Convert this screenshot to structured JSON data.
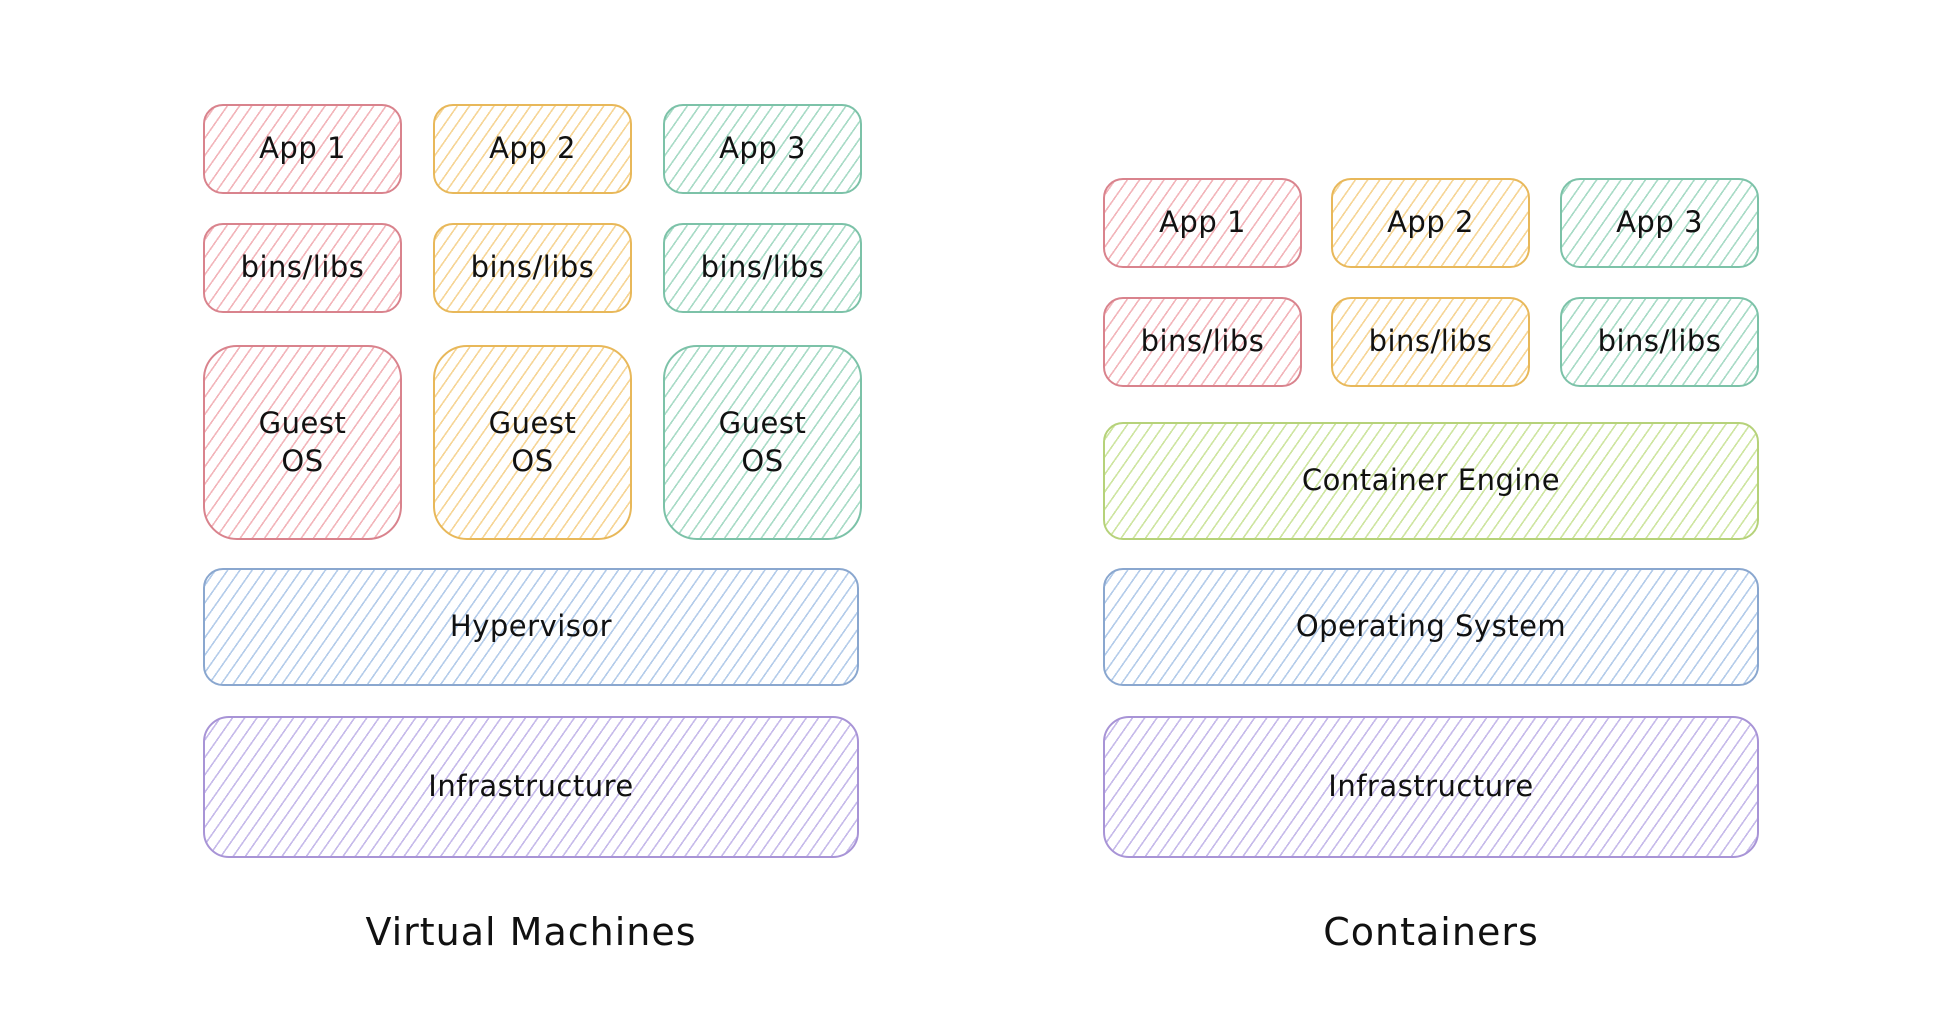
{
  "vm": {
    "apps": [
      "App 1",
      "App 2",
      "App 3"
    ],
    "libs": [
      "bins/libs",
      "bins/libs",
      "bins/libs"
    ],
    "guest_os": [
      "Guest\nOS",
      "Guest\nOS",
      "Guest\nOS"
    ],
    "hypervisor": "Hypervisor",
    "infrastructure": "Infrastructure",
    "caption": "Virtual Machines"
  },
  "containers": {
    "apps": [
      "App 1",
      "App 2",
      "App 3"
    ],
    "libs": [
      "bins/libs",
      "bins/libs",
      "bins/libs"
    ],
    "engine": "Container Engine",
    "os": "Operating System",
    "infrastructure": "Infrastructure",
    "caption": "Containers"
  },
  "colors": {
    "red": "#d9838d",
    "yellow": "#e8b85a",
    "teal": "#7cc2a8",
    "blue": "#8aa7cf",
    "purple": "#a894d6",
    "green": "#b6d27a"
  }
}
